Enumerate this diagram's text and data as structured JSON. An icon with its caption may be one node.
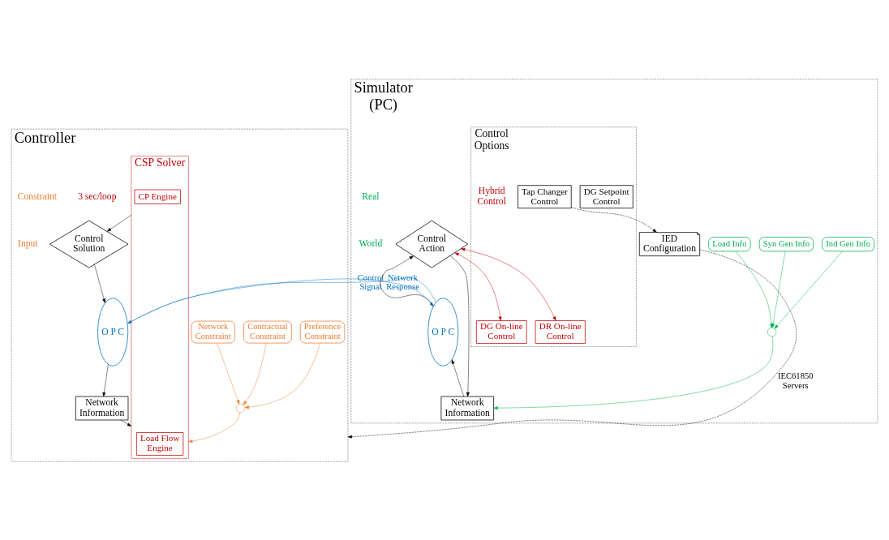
{
  "diagram": {
    "nodes": [
      {
        "text": [
          "Controller"
        ]
      },
      {
        "text": [
          "Simulator",
          "(PC)"
        ]
      },
      {
        "text": [
          "Ind Gen Info"
        ],
        "in": 1
      },
      {
        "text": [
          "Syn Gen Info"
        ],
        "in": 1
      },
      {
        "text": [
          "Load Info"
        ],
        "in": 1
      },
      {
        "text": [],
        "shape": "circle",
        "in": 1
      },
      {
        "text": [
          "Network Information"
        ],
        "in": 1
      },
      {
        "text": [
          "O P C"
        ],
        "in": 1
      },
      {
        "text": [
          "Control Action"
        ],
        "in": 1
      },
      {
        "text": [
          "Control Options"
        ],
        "in": 1
      },
      {
        "text": [
          "DG On-line Control"
        ],
        "in": 9
      },
      {
        "text": [
          "DR On-line Control"
        ],
        "in": 9
      },
      {
        "text": [
          "DG Setpoint Control"
        ],
        "in": 9
      },
      {
        "text": [
          "Tap Changer Control"
        ],
        "in": 9
      },
      {
        "text": [
          "IED Configuration"
        ],
        "in": 1
      },
      {
        "text": [
          "CSP Solver"
        ],
        "in": 0
      },
      {
        "text": [
          "Load Flow Engine"
        ],
        "in": 15
      },
      {
        "text": [
          "CP Engine"
        ],
        "in": 15
      },
      {
        "text": [
          "Network Information"
        ],
        "in": 0
      },
      {
        "text": [
          "O P C"
        ],
        "in": 0
      },
      {
        "text": [
          "Control Solution"
        ],
        "in": 0
      },
      {
        "text": [],
        "shape": "circle",
        "in": 0
      },
      {
        "text": [
          "Network Constraint"
        ],
        "in": 0
      },
      {
        "text": [
          "Preference Constraint"
        ],
        "in": 0
      },
      {
        "text": [
          "Contractual Constraint"
        ],
        "in": 0
      }
    ],
    "edges": [
      {
        "from": 2,
        "to": 5,
        "arrow": "to",
        "color": "#00b050"
      },
      {
        "from": 3,
        "to": 5,
        "arrow": "to",
        "color": "#00b050"
      },
      {
        "from": 4,
        "to": 5,
        "arrow": "to",
        "color": "#00b050"
      },
      {
        "from": 5,
        "to": 6,
        "arrow": "to",
        "color": "#00b050"
      },
      {
        "from": 6,
        "to": 7,
        "arrow": "to"
      },
      {
        "from": 7,
        "to": 19,
        "arrow": "to",
        "label": "Network Response",
        "color": "#0070c0"
      },
      {
        "from": 19,
        "to": 18,
        "arrow": "to"
      },
      {
        "from": 18,
        "to": 15,
        "arrow": "to"
      },
      {
        "from": 15,
        "to": 20,
        "arrow": "to"
      },
      {
        "from": 20,
        "to": 19,
        "arrow": "to"
      },
      {
        "from": 19,
        "to": 7,
        "arrow": "to",
        "label": "Control Signal",
        "color": "#0070c0"
      },
      {
        "from": 7,
        "to": 8,
        "arrow": "to"
      },
      {
        "from": 8,
        "to": 6,
        "arrow": "to"
      },
      {
        "from": 8,
        "to": 10,
        "arrow": "both",
        "color": "#c00000"
      },
      {
        "from": 8,
        "to": 11,
        "arrow": "both",
        "color": "#c00000"
      },
      {
        "from": 13,
        "to": 14,
        "arrow": "to",
        "style": "dashed"
      },
      {
        "from": 14,
        "to": 0,
        "arrow": "to",
        "label": "IEC61850 Servers",
        "style": "dashed"
      },
      {
        "from": 22,
        "to": 21,
        "arrow": "to",
        "color": "#ed7d31"
      },
      {
        "from": 23,
        "to": 21,
        "arrow": "to",
        "color": "#ed7d31"
      },
      {
        "from": 24,
        "to": 21,
        "arrow": "to",
        "color": "#ed7d31"
      },
      {
        "from": 21,
        "to": 15,
        "arrow": "to",
        "color": "#ed7d31"
      }
    ],
    "labels": [
      "3 sec/loop",
      "Real",
      "World",
      "Hybrid Control",
      "Constraint",
      "Input"
    ]
  }
}
